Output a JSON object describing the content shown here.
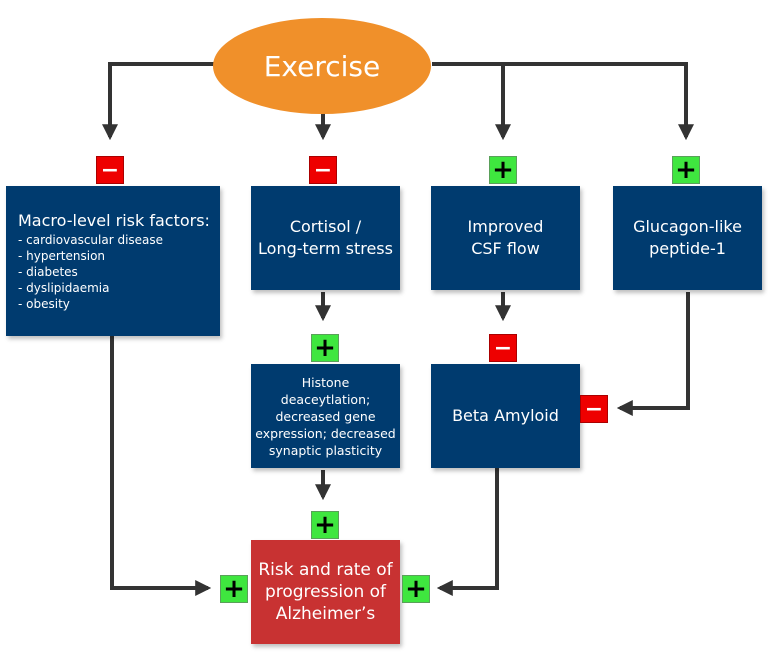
{
  "exercise": "Exercise",
  "macro": {
    "title": "Macro-level risk factors:",
    "items": [
      "- cardiovascular disease",
      "- hypertension",
      "- diabetes",
      "- dyslipidaemia",
      "- obesity"
    ]
  },
  "cortisol": [
    "Cortisol /",
    "Long-term stress"
  ],
  "csf": [
    "Improved",
    "CSF flow"
  ],
  "glp": [
    "Glucagon-like",
    "peptide-1"
  ],
  "histone": [
    "Histone",
    "deaceytlation;",
    "decreased gene",
    "expression; decreased",
    "synaptic plasticity"
  ],
  "beta": "Beta Amyloid",
  "risk": [
    "Risk and rate of",
    "progression of",
    "Alzheimer’s"
  ],
  "signs": {
    "macro": "−",
    "cortisol": "−",
    "csf": "+",
    "glp": "+",
    "histone": "+",
    "beta_from_csf": "−",
    "beta_from_glp": "−",
    "risk_from_histone": "+",
    "risk_from_macro": "+",
    "risk_from_beta": "+"
  },
  "colors": {
    "box": "#003b6f",
    "ellipse": "#f0902a",
    "risk": "#c83232",
    "plus": "#3fe63f",
    "minus": "#ee0000",
    "arrow": "#333333"
  }
}
